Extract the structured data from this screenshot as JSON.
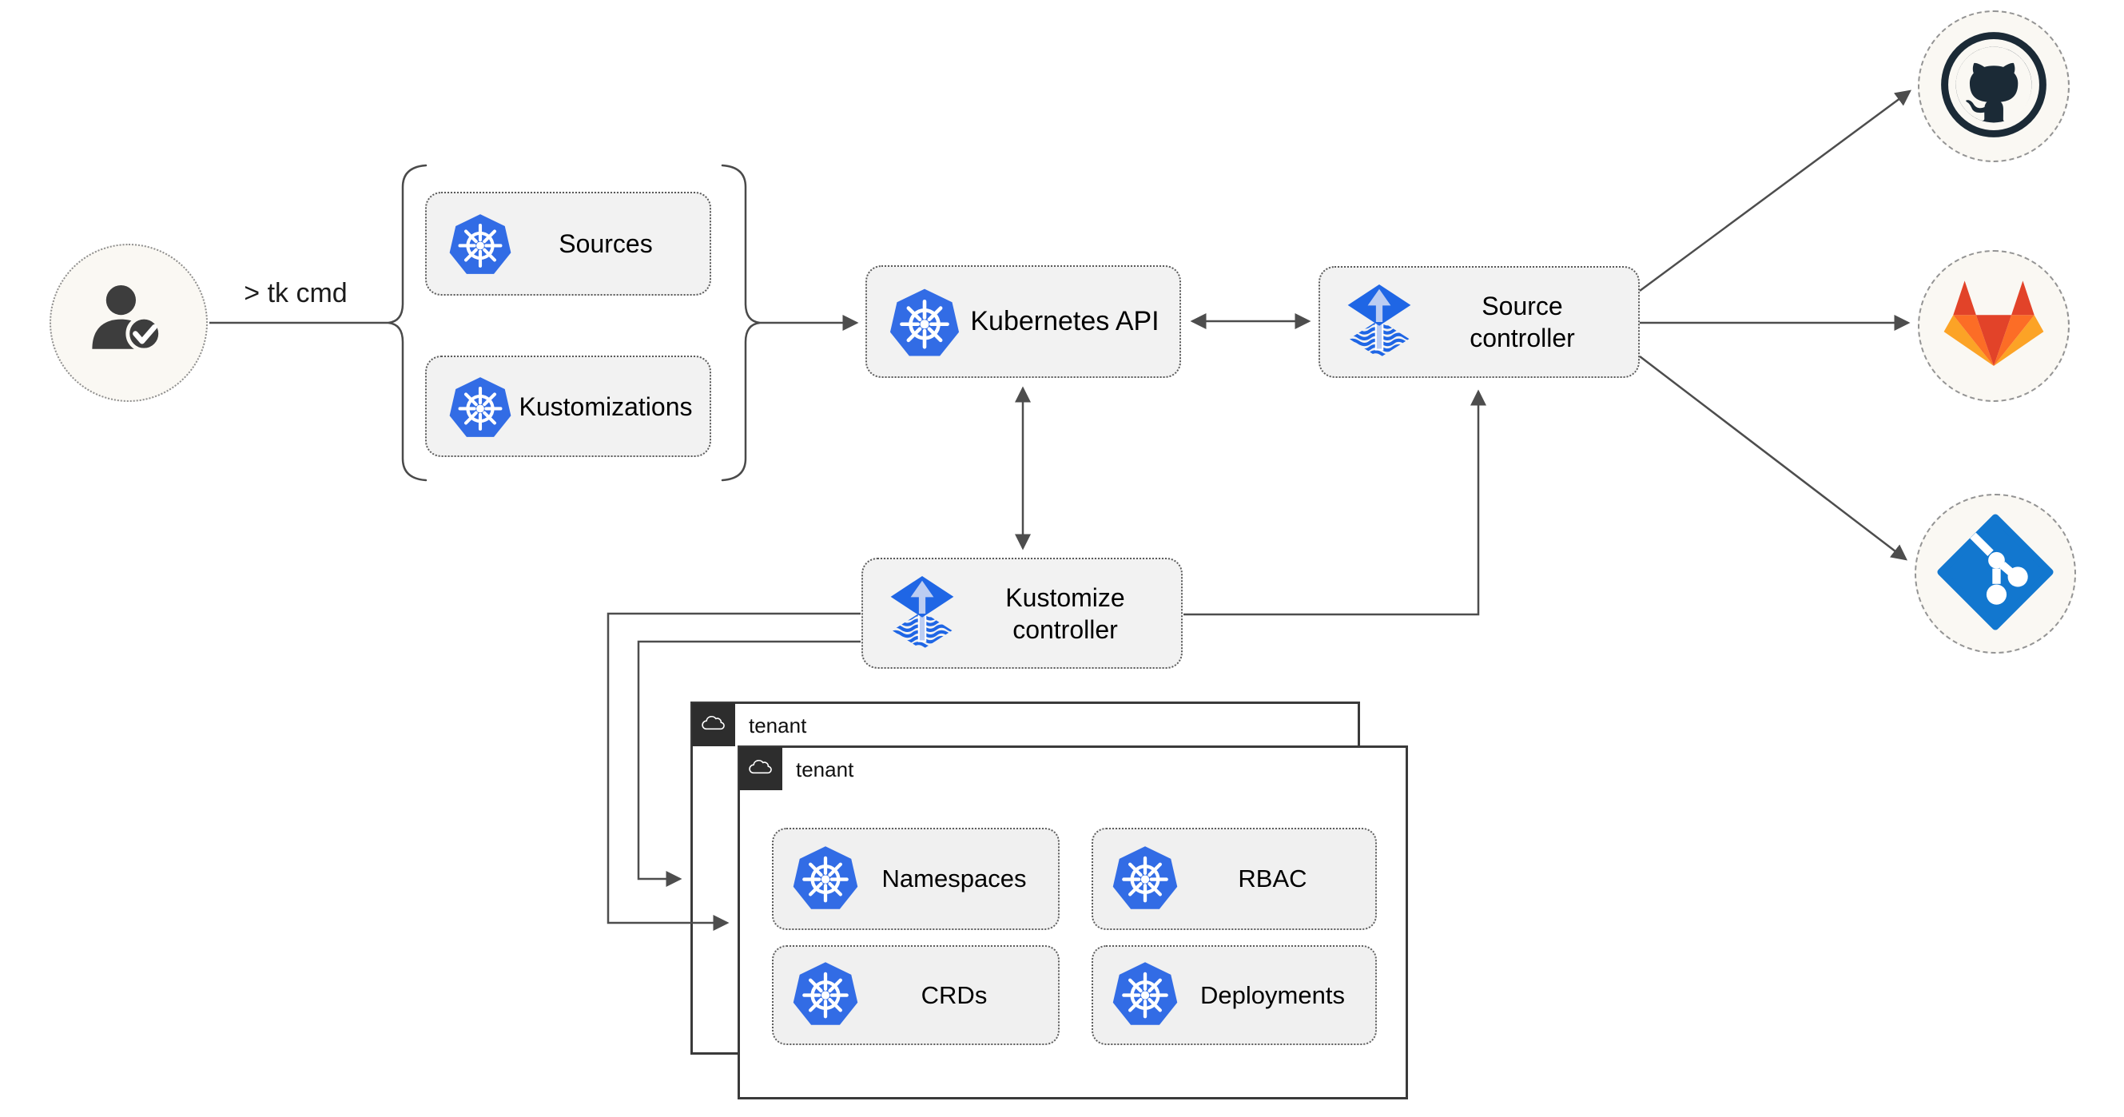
{
  "user": {
    "icon": "user-check-icon",
    "cmd_label": "> tk cmd"
  },
  "crd_group": {
    "items": [
      {
        "icon": "kubernetes-icon",
        "label": "Sources"
      },
      {
        "icon": "kubernetes-icon",
        "label": "Kustomizations"
      }
    ]
  },
  "nodes": {
    "kubernetes_api": {
      "icon": "kubernetes-icon",
      "label": "Kubernetes API"
    },
    "source_controller": {
      "icon": "flux-icon",
      "label": "Source controller"
    },
    "kustomize_controller": {
      "icon": "flux-icon",
      "label": "Kustomize controller"
    }
  },
  "tenants": {
    "back": {
      "icon": "cloud-icon",
      "label": "tenant"
    },
    "front": {
      "icon": "cloud-icon",
      "label": "tenant",
      "items": [
        {
          "icon": "kubernetes-icon",
          "label": "Namespaces"
        },
        {
          "icon": "kubernetes-icon",
          "label": "RBAC"
        },
        {
          "icon": "kubernetes-icon",
          "label": "CRDs"
        },
        {
          "icon": "kubernetes-icon",
          "label": "Deployments"
        }
      ]
    }
  },
  "git_providers": [
    {
      "icon": "github-icon"
    },
    {
      "icon": "gitlab-icon"
    },
    {
      "icon": "git-icon"
    }
  ],
  "colors": {
    "k8s_blue": "#326ce5",
    "flux_blue": "#1f66e5",
    "flux_arrow_light": "#bccdf2",
    "github_dark": "#1b2a36",
    "gitlab_red": "#e24329",
    "gitlab_orange": "#fc6d26",
    "gitlab_light_orange": "#fca326",
    "git_blue": "#1277cf",
    "line_gray": "#4d4d4d",
    "node_fill": "#f2f2f2",
    "node_border": "#5a5a5a",
    "circle_fill": "#faf8f3",
    "tenant_tab": "#2d2d2d",
    "tenant_border": "#3a3a3a",
    "user_dark": "#3d3d3d"
  }
}
